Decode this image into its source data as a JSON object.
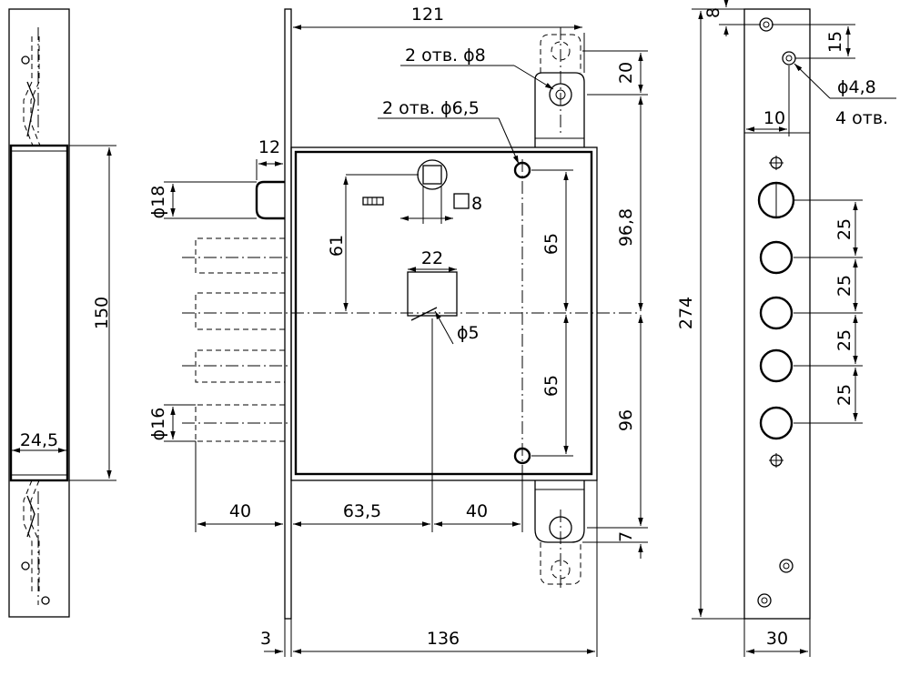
{
  "dimensions": {
    "top_width": "121",
    "holes_8": "2 отв. ϕ8",
    "dim_20": "20",
    "holes_6_5": "2 отв. ϕ6,5",
    "dim_12": "12",
    "dia_18": "ϕ18",
    "dim_61": "61",
    "square_8": "8",
    "dim_65_upper": "65",
    "dim_96_8": "96,8",
    "dim_22": "22",
    "dia_5": "ϕ5",
    "dim_65_lower": "65",
    "dim_96": "96",
    "dia_16": "ϕ16",
    "dim_40_left": "40",
    "dim_63_5": "63,5",
    "dim_40_mid": "40",
    "dim_7": "7",
    "dim_3": "3",
    "dim_136": "136",
    "dim_150": "150",
    "dim_24_5": "24,5",
    "dim_274": "274",
    "dim_8_top": "8",
    "dim_15": "15",
    "dia_4_8": "ϕ4,8",
    "holes_4": "4 отв.",
    "dim_10": "10",
    "dim_25_a": "25",
    "dim_25_b": "25",
    "dim_25_c": "25",
    "dim_25_d": "25",
    "dim_30": "30"
  }
}
